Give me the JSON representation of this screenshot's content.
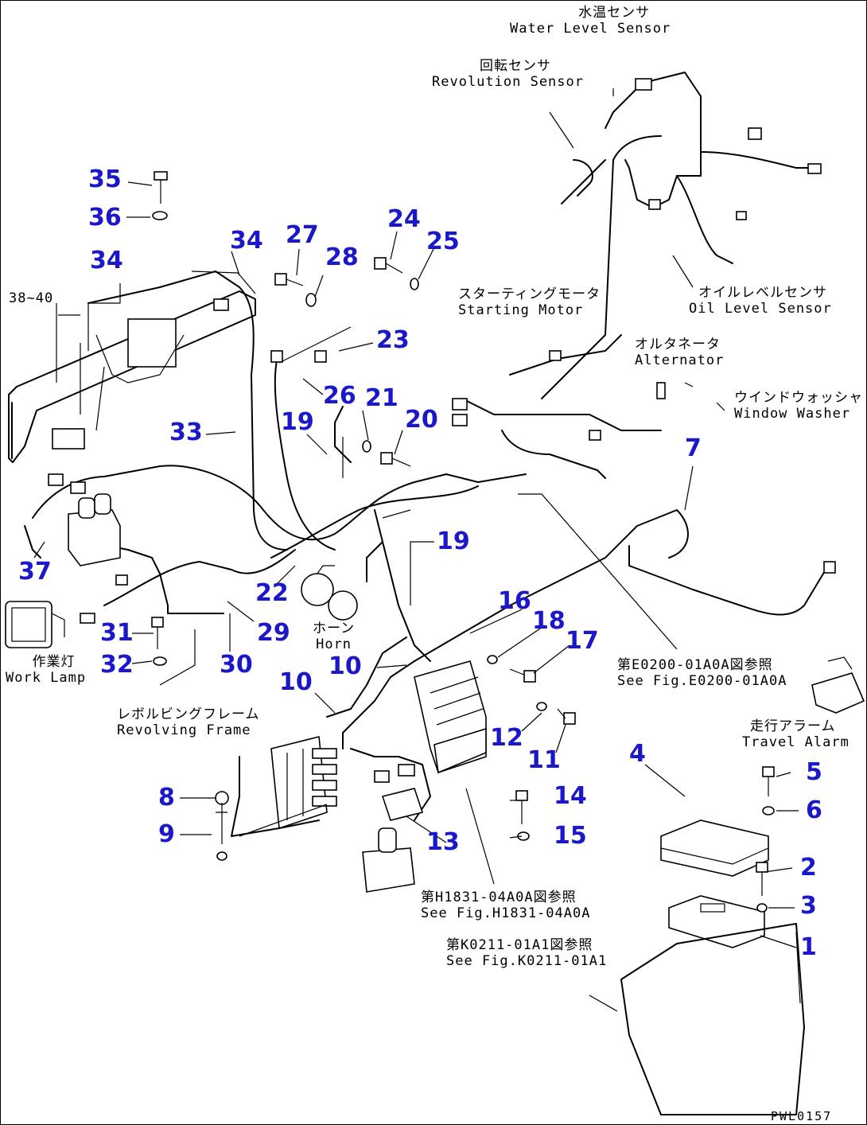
{
  "callouts": [
    {
      "id": "35",
      "text": "35"
    },
    {
      "id": "36",
      "text": "36"
    },
    {
      "id": "34a",
      "text": "34"
    },
    {
      "id": "34b",
      "text": "34"
    },
    {
      "id": "27",
      "text": "27"
    },
    {
      "id": "28",
      "text": "28"
    },
    {
      "id": "24",
      "text": "24"
    },
    {
      "id": "25",
      "text": "25"
    },
    {
      "id": "23",
      "text": "23"
    },
    {
      "id": "26",
      "text": "26"
    },
    {
      "id": "21",
      "text": "21"
    },
    {
      "id": "20",
      "text": "20"
    },
    {
      "id": "19a",
      "text": "19"
    },
    {
      "id": "19b",
      "text": "19"
    },
    {
      "id": "33",
      "text": "33"
    },
    {
      "id": "37",
      "text": "37"
    },
    {
      "id": "22",
      "text": "22"
    },
    {
      "id": "29",
      "text": "29"
    },
    {
      "id": "31",
      "text": "31"
    },
    {
      "id": "32",
      "text": "32"
    },
    {
      "id": "30",
      "text": "30"
    },
    {
      "id": "16",
      "text": "16"
    },
    {
      "id": "18",
      "text": "18"
    },
    {
      "id": "17",
      "text": "17"
    },
    {
      "id": "10a",
      "text": "10"
    },
    {
      "id": "10b",
      "text": "10"
    },
    {
      "id": "12",
      "text": "12"
    },
    {
      "id": "11",
      "text": "11"
    },
    {
      "id": "7",
      "text": "7"
    },
    {
      "id": "4",
      "text": "4"
    },
    {
      "id": "5",
      "text": "5"
    },
    {
      "id": "6",
      "text": "6"
    },
    {
      "id": "14",
      "text": "14"
    },
    {
      "id": "15",
      "text": "15"
    },
    {
      "id": "13",
      "text": "13"
    },
    {
      "id": "8",
      "text": "8"
    },
    {
      "id": "9",
      "text": "9"
    },
    {
      "id": "2",
      "text": "2"
    },
    {
      "id": "3",
      "text": "3"
    },
    {
      "id": "1",
      "text": "1"
    }
  ],
  "labels": {
    "water_level_sensor": {
      "jp": "水温センサ",
      "en": "Water Level Sensor"
    },
    "revolution_sensor": {
      "jp": "回転センサ",
      "en": "Revolution Sensor"
    },
    "starting_motor": {
      "jp": "スターティングモータ",
      "en": "Starting Motor"
    },
    "oil_level_sensor": {
      "jp": "オイルレベルセンサ",
      "en": "Oil Level Sensor"
    },
    "alternator": {
      "jp": "オルタネータ",
      "en": "Alternator"
    },
    "window_washer": {
      "jp": "ウインドウォッシャ",
      "en": "Window Washer"
    },
    "range_38_40": "38~40",
    "horn": {
      "jp": "ホーン",
      "en": "Horn"
    },
    "work_lamp": {
      "jp": "作業灯",
      "en": "Work Lamp"
    },
    "revolving_frame": {
      "jp": "レボルビングフレーム",
      "en": "Revolving Frame"
    },
    "see_e0200": {
      "jp": "第E0200-01A0A図参照",
      "en": "See Fig.E0200-01A0A"
    },
    "travel_alarm": {
      "jp": "走行アラーム",
      "en": "Travel Alarm"
    },
    "see_h1831": {
      "jp": "第H1831-04A0A図参照",
      "en": "See Fig.H1831-04A0A"
    },
    "see_k0211": {
      "jp": "第K0211-01A1図参照",
      "en": "See Fig.K0211-01A1"
    }
  },
  "drawing_code": "PWL0157",
  "colors": {
    "callout": "#1a18c8",
    "line": "#000000",
    "background": "#ffffff"
  }
}
